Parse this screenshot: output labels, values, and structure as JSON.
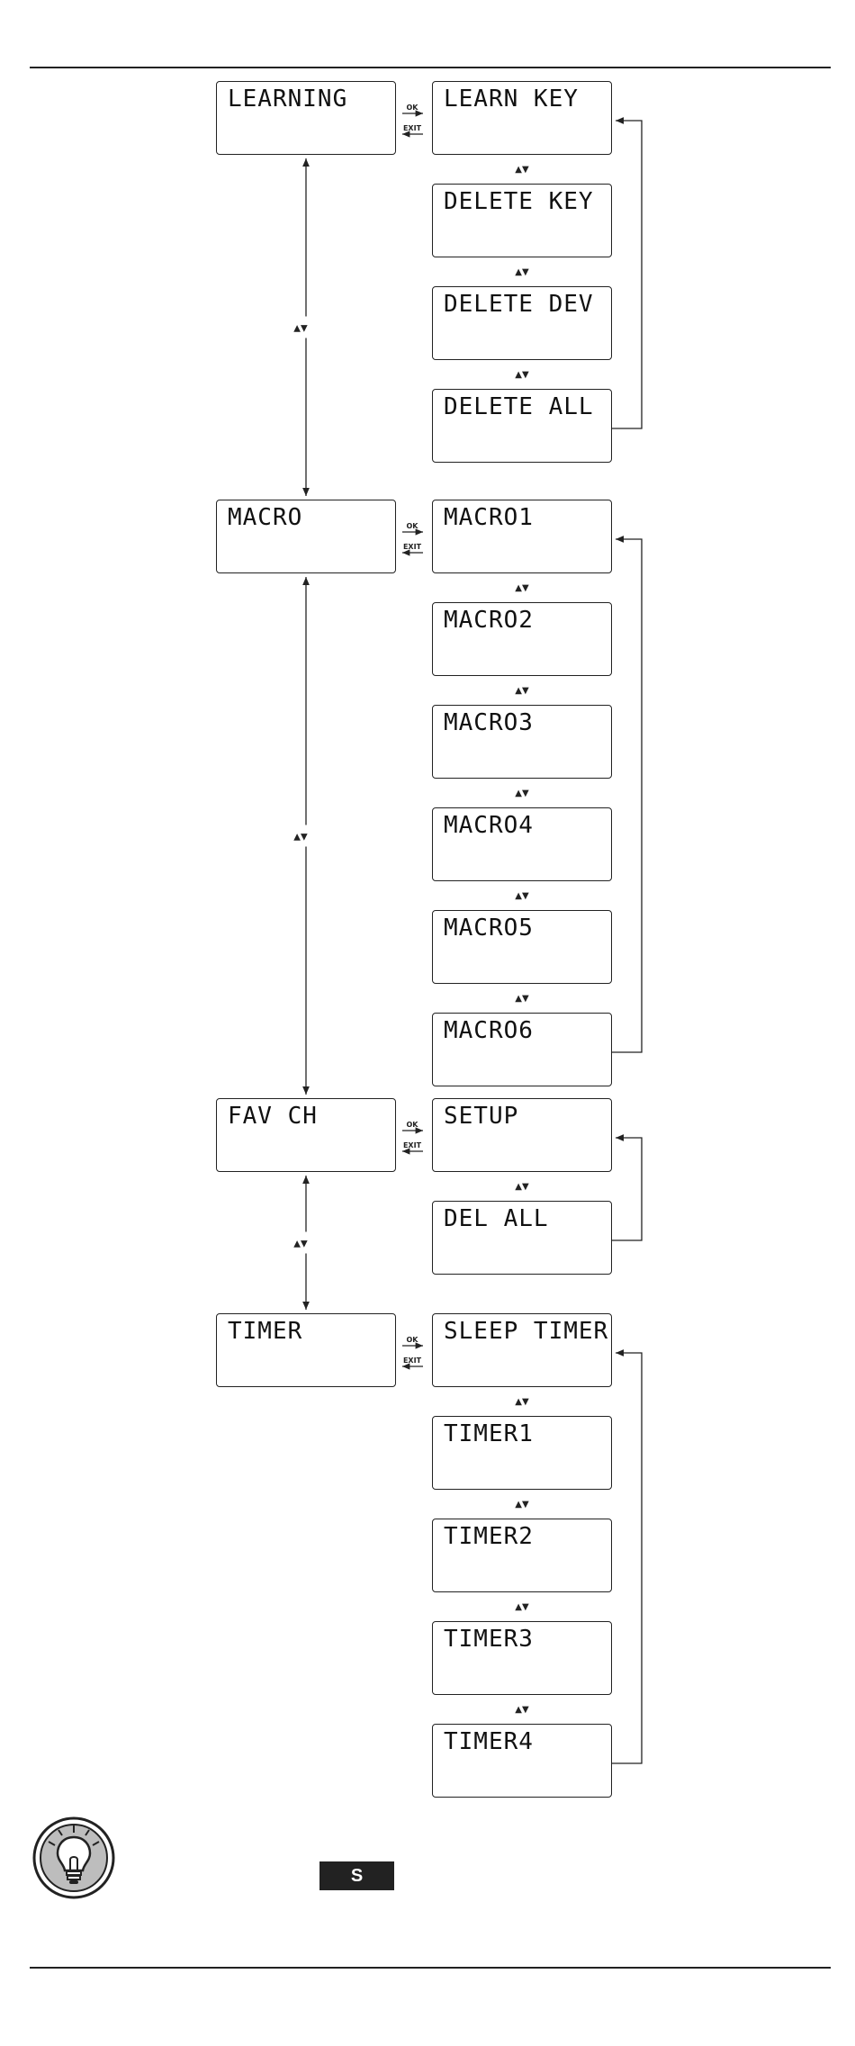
{
  "groups": [
    {
      "main": "LEARNING",
      "items": [
        "LEARN KEY",
        "DELETE KEY",
        "DELETE DEV",
        "DELETE ALL"
      ]
    },
    {
      "main": "MACRO",
      "items": [
        "MACRO1",
        "MACRO2",
        "MACRO3",
        "MACRO4",
        "MACRO5",
        "MACRO6"
      ]
    },
    {
      "main": "FAV CH",
      "items": [
        "SETUP",
        "DEL ALL"
      ]
    },
    {
      "main": "TIMER",
      "items": [
        "SLEEP TIMER",
        "TIMER1",
        "TIMER2",
        "TIMER3",
        "TIMER4"
      ]
    }
  ],
  "labels": {
    "ok": "OK",
    "exit": "EXIT",
    "updown": "▲▼"
  },
  "hint": {
    "badge": "S",
    "icon": "lightbulb-icon"
  }
}
